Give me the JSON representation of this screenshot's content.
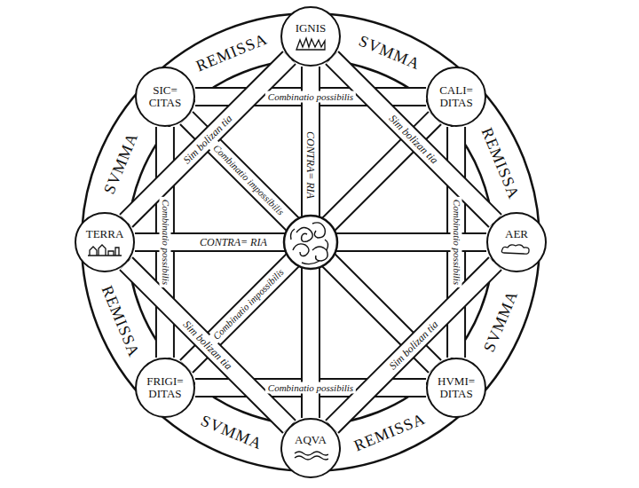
{
  "diagram": {
    "nodes": [
      {
        "text": [
          "IGNIS"
        ]
      },
      {
        "text": [
          "CALI= DITAS"
        ]
      },
      {
        "text": [
          "AER"
        ]
      },
      {
        "text": [
          "HVMI= DITAS"
        ]
      },
      {
        "text": [
          "AQVA"
        ]
      },
      {
        "text": [
          "FRIGI= DITAS"
        ]
      },
      {
        "text": [
          "TERRA"
        ]
      },
      {
        "text": [
          "SIC= CITAS"
        ]
      }
    ],
    "edges": [
      {
        "from": 7,
        "to": 1,
        "label": "Combinatio possibilis",
        "arrow": "none"
      },
      {
        "from": 1,
        "to": 3,
        "label": "Combinatio possibilis",
        "arrow": "none"
      },
      {
        "from": 5,
        "to": 3,
        "label": "Combinatio possibilis",
        "arrow": "none"
      },
      {
        "from": 7,
        "to": 5,
        "label": "Combinatio possibilis",
        "arrow": "none"
      },
      {
        "from": 6,
        "to": 2,
        "label": "CONTRA= RIA",
        "arrow": "none"
      },
      {
        "from": 0,
        "to": 4,
        "label": "CONTRA= RIA",
        "arrow": "none"
      },
      {
        "from": 7,
        "to": 3,
        "label": "Combinatio impossibilis",
        "arrow": "none"
      },
      {
        "from": 5,
        "to": 1,
        "label": "Combinatio impossibilis",
        "arrow": "none"
      },
      {
        "from": 0,
        "to": 6,
        "label": "Sim bolizan tia",
        "arrow": "none"
      },
      {
        "from": 0,
        "to": 2,
        "label": "Sim bolizan tia",
        "arrow": "none"
      },
      {
        "from": 4,
        "to": 6,
        "label": "Sim bolizan tia",
        "arrow": "none"
      },
      {
        "from": 4,
        "to": 2,
        "label": "Sim bolizan tia",
        "arrow": "none"
      }
    ],
    "labels": [
      "REMISSA",
      "SVMMA",
      "REMISSA",
      "SVMMA",
      "REMISSA",
      "SVMMA",
      "REMISSA",
      "SVMMA"
    ]
  }
}
